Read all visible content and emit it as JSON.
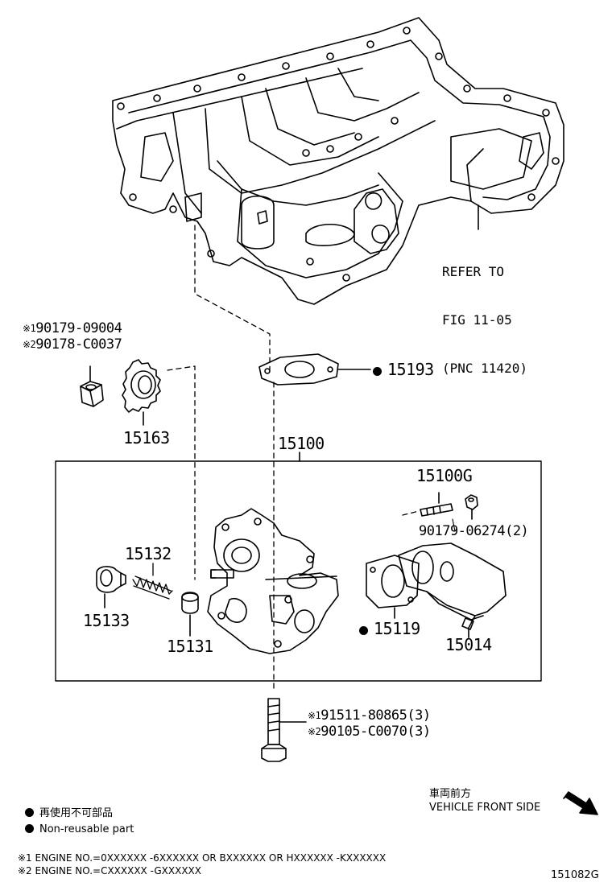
{
  "reference_note": {
    "line1": "REFER TO",
    "line2": "FIG 11-05",
    "line3": "(PNC 11420)"
  },
  "parts": {
    "nut_v1": "90179-09004",
    "nut_v2": "90178-C0037",
    "sprocket": "15163",
    "gasket_top": "15193",
    "pump_assembly": "15100",
    "stud_bolt": "15100G",
    "stud_nut": "90179-06274(2)",
    "plug": "15133",
    "spring": "15132",
    "valve": "15131",
    "strainer_gasket": "15119",
    "strainer": "15014",
    "bolt_v1": "91511-80865(3)",
    "bolt_v2": "90105-C0070(3)"
  },
  "marks": {
    "note1": "※1",
    "note2": "※2"
  },
  "legend": {
    "jp": "再使用不可部品",
    "en": "Non-reusable part"
  },
  "front": {
    "jp": "車両前方",
    "en": "VEHICLE FRONT SIDE"
  },
  "notes": {
    "n1": "※1 ENGINE NO.=0XXXXXX -6XXXXXX OR BXXXXXX OR HXXXXXX -KXXXXXX",
    "n2": "※2 ENGINE NO.=CXXXXXX -GXXXXXX"
  },
  "figure_id": "151082G"
}
